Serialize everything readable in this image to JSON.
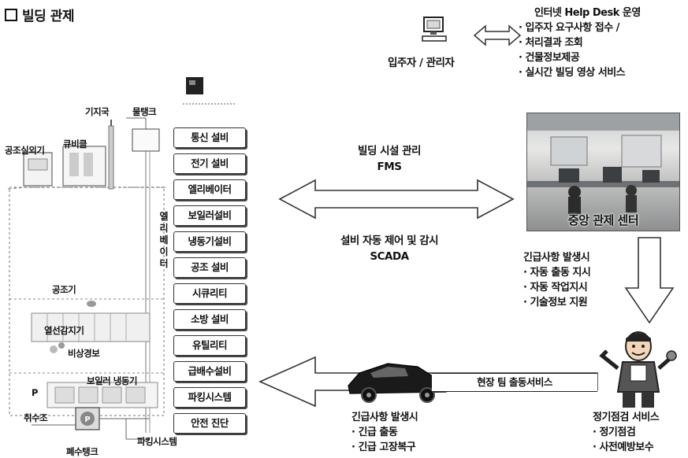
{
  "title": "빌딩 관제",
  "helpdesk": {
    "heading": "인터넷 Help Desk 운영",
    "items": [
      "입주자 요구사항 접수 /",
      "처리결과 조회",
      "건물정보제공",
      "실시간 빌딩 영상 서비스"
    ]
  },
  "user_label": "입주자 / 관리자",
  "center": {
    "fms_title": "빌딩 시설 관리",
    "fms": "FMS",
    "scada_title": "설비 자동 제어 및 감시",
    "scada": "SCADA",
    "control_center": "중앙 관제 센터"
  },
  "building": {
    "base_station": "기지국",
    "water_tank": "물탱크",
    "cooling_tower": "공조실외기",
    "cubicle": "큐비클",
    "elevator_vertical": [
      "엘",
      "리",
      "베",
      "이",
      "터"
    ],
    "air_handler": "공조기",
    "heat_detector": "열선감지기",
    "emergency_alarm": "비상경보",
    "boiler_chiller": "보일러 냉동기",
    "pump_p": "P",
    "intake": "취수조",
    "drain_tank": "폐수탱크",
    "parking_system": "파킹시스템"
  },
  "systems": [
    "통신 설비",
    "전기 설비",
    "엘리베이터",
    "보일러설비",
    "냉동기설비",
    "공조 설비",
    "시큐리티",
    "소방 설비",
    "유틸리티",
    "급배수설비",
    "파킹시스템",
    "안전 진단"
  ],
  "emergency_dispatch": {
    "heading": "긴급사항 발생시",
    "items": [
      "자동 출동 지시",
      "자동 작업지시",
      "기술정보 지원"
    ]
  },
  "field_service": "현장 팀 출동서비스",
  "emergency_repair": {
    "heading": "긴급사항 발생시",
    "items": [
      "긴급 출동",
      "긴급 고장복구"
    ]
  },
  "maintenance": {
    "heading": "정기점검 서비스",
    "items": [
      "정기점검",
      "사전예방보수"
    ]
  }
}
